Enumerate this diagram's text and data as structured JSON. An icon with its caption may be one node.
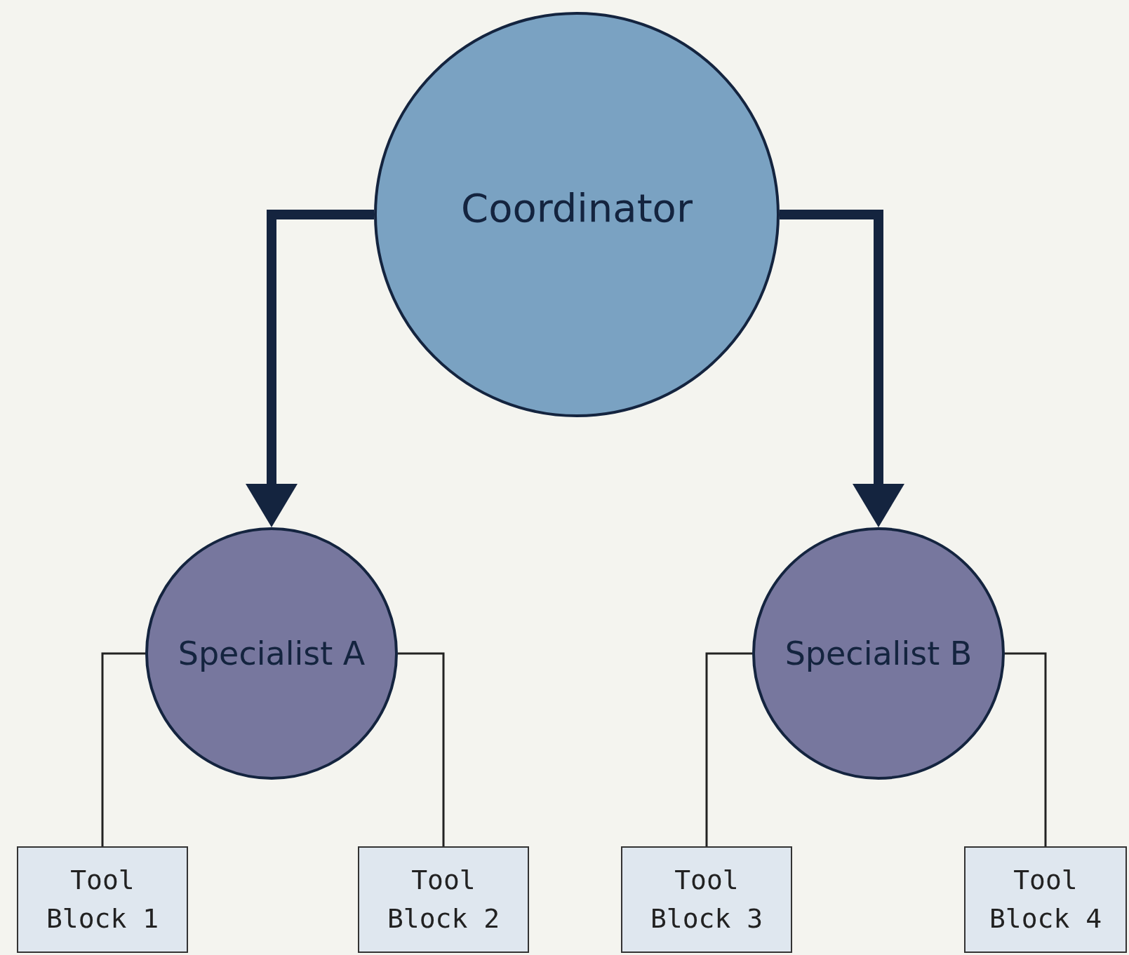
{
  "diagram": {
    "nodes": [
      {
        "text": [
          "Coordinator"
        ]
      },
      {
        "text": [
          "Specialist A"
        ]
      },
      {
        "text": [
          "Specialist B"
        ]
      },
      {
        "text": [
          "Tool Block 1"
        ]
      },
      {
        "text": [
          "Tool Block 2"
        ]
      },
      {
        "text": [
          "Tool Block 3"
        ]
      },
      {
        "text": [
          "Tool Block 4"
        ]
      }
    ],
    "edges": [
      {
        "from": 0,
        "to": 1,
        "arrow": "to",
        "style": "thick"
      },
      {
        "from": 0,
        "to": 2,
        "arrow": "to",
        "style": "thick"
      },
      {
        "from": 1,
        "to": 3,
        "arrow": "none"
      },
      {
        "from": 1,
        "to": 4,
        "arrow": "none"
      },
      {
        "from": 2,
        "to": 5,
        "arrow": "none"
      },
      {
        "from": 2,
        "to": 6,
        "arrow": "none"
      }
    ]
  }
}
